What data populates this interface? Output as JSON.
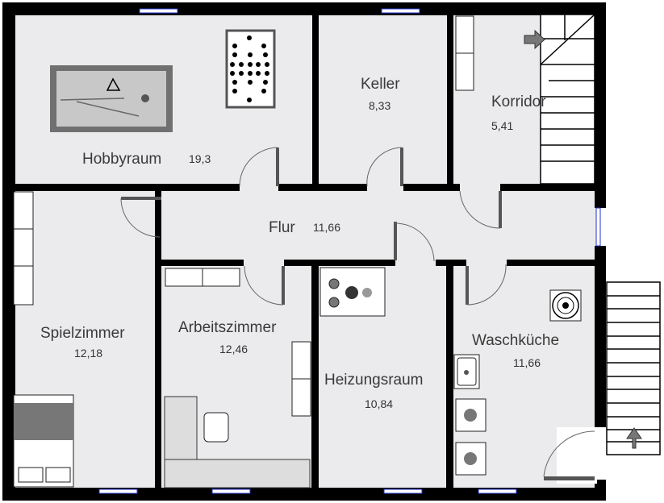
{
  "floorplan": {
    "rooms": [
      {
        "name": "Hobbyraum",
        "area": "19,3"
      },
      {
        "name": "Keller",
        "area": "8,33"
      },
      {
        "name": "Korridor",
        "area": "5,41"
      },
      {
        "name": "Flur",
        "area": "11,66"
      },
      {
        "name": "Spielzimmer",
        "area": "12,18"
      },
      {
        "name": "Arbeitszimmer",
        "area": "12,46"
      },
      {
        "name": "Heizungsraum",
        "area": "10,84"
      },
      {
        "name": "Waschküche",
        "area": "11,66"
      }
    ],
    "colors": {
      "floor": "#ebebed",
      "wall": "#000000",
      "window": "#2233cc"
    }
  }
}
